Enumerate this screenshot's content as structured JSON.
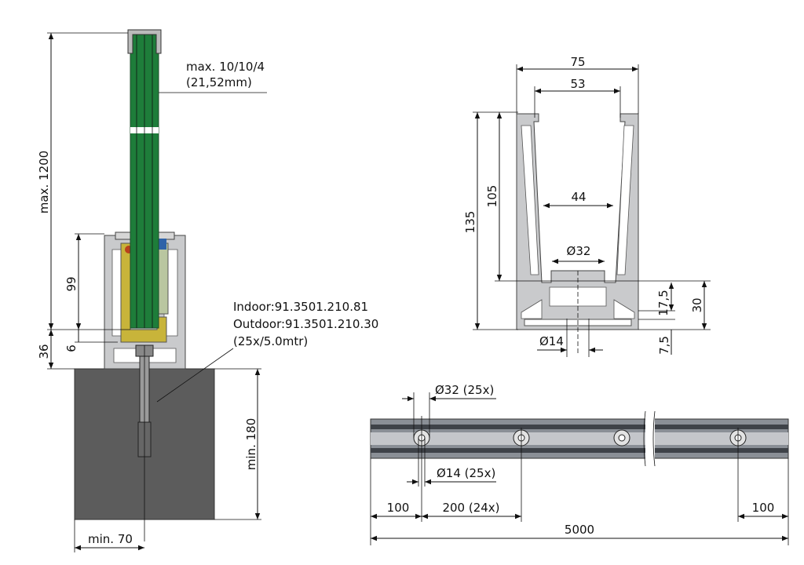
{
  "left_view": {
    "glass_label_line1": "max. 10/10/4",
    "glass_label_line2": "(21,52mm)",
    "height_label": "max. 1200",
    "dim_99": "99",
    "dim_6": "6",
    "dim_36": "36",
    "anchor_line1": "Indoor:91.3501.210.81",
    "anchor_line2": "Outdoor:91.3501.210.30",
    "anchor_line3": "(25x/5.0mtr)",
    "depth_label": "min. 180",
    "width_label": "min. 70"
  },
  "section_view": {
    "dim_75": "75",
    "dim_53": "53",
    "dim_44": "44",
    "dim_32": "Ø32",
    "dim_135": "135",
    "dim_105": "105",
    "dim_17_5": "17,5",
    "dim_30": "30",
    "dim_7_5": "7,5",
    "dim_14": "Ø14"
  },
  "plan_view": {
    "hole_large": "Ø32 (25x)",
    "hole_small": "Ø14 (25x)",
    "dim_left": "100",
    "dim_pitch": "200 (24x)",
    "dim_right": "100",
    "dim_total": "5000"
  },
  "colors": {
    "glass": "#1e7d3a",
    "concrete": "#5c5c5c",
    "profile": "#c9cacc",
    "gasket": "#c8b43a"
  }
}
